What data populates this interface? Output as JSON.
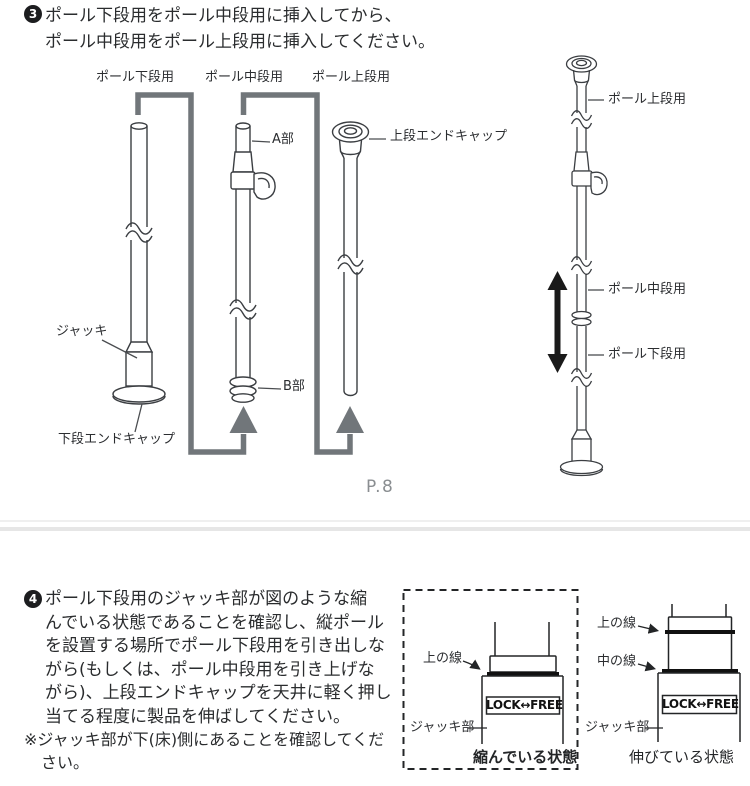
{
  "step3": {
    "number": "3",
    "lines": [
      "ポール下段用をポール中段用に挿入してから、",
      "ポール中段用をポール上段用に挿入してください。"
    ]
  },
  "diagram_top": {
    "pole_lower_label": "ポール下段用",
    "pole_middle_label": "ポール中段用",
    "pole_upper_label": "ポール上段用",
    "part_a_label": "A部",
    "part_b_label": "B部",
    "jack_label": "ジャッキ",
    "lower_end_cap_label": "下段エンドキャップ",
    "upper_end_cap_label": "上段エンドキャップ",
    "page_ref": "P.8",
    "assembled": {
      "upper_label": "ポール上段用",
      "middle_label": "ポール中段用",
      "lower_label": "ポール下段用"
    }
  },
  "step4": {
    "number": "4",
    "lines": [
      "ポール下段用のジャッキ部が図のような縮",
      "んでいる状態であることを確認し、縦ポール",
      "を設置する場所でポール下段用を引き出しな",
      "がら(もしくは、ポール中段用を引き上げな",
      "がら)、上段エンドキャップを天井に軽く押し",
      "当てる程度に製品を伸ばしてください。"
    ],
    "note_lines": [
      "※ジャッキ部が下(床)側にあることを確認してくだ",
      "さい。"
    ]
  },
  "diagram_bottom": {
    "compressed": {
      "upper_line_label": "上の線",
      "lock_free": "LOCK↔FREE",
      "jack_label": "ジャッキ部",
      "caption": "縮んでいる状態"
    },
    "extended": {
      "upper_line_label": "上の線",
      "middle_line_label": "中の線",
      "lock_free": "LOCK↔FREE",
      "jack_label": "ジャッキ部",
      "caption": "伸びている状態"
    }
  }
}
